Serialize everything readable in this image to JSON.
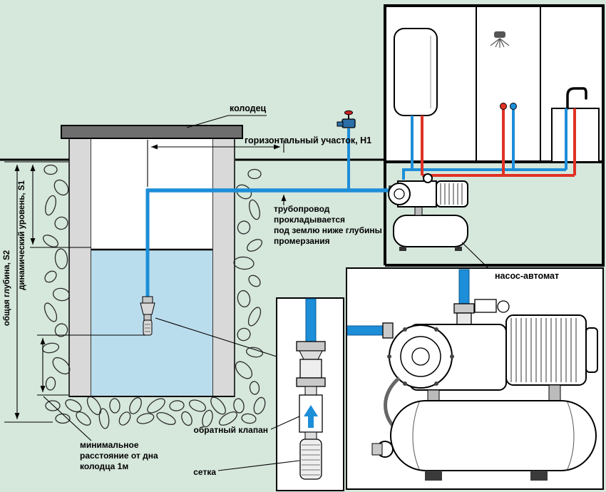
{
  "colors": {
    "background": "#d6e7dc",
    "pipe_cold": "#1d8ed8",
    "pipe_hot": "#e03225",
    "water": "#badded",
    "well_wall": "#d9d9d9",
    "well_cover": "#6e6e6e"
  },
  "labels": {
    "well": "колодец",
    "horizontal_section": "горизонтальный участок, Н1",
    "pipeline": [
      "трубопровод",
      "прокладывается",
      "под землю ниже глубины",
      "промерзания"
    ],
    "pump_auto": "насос-автомат",
    "check_valve": "обратный клапан",
    "mesh": "сетка",
    "min_distance": [
      "минимальное",
      "расстояние от дна",
      "колодца 1м"
    ],
    "total_depth": "общая глубина, S2",
    "dynamic_level": "динамический уровень, S1"
  }
}
